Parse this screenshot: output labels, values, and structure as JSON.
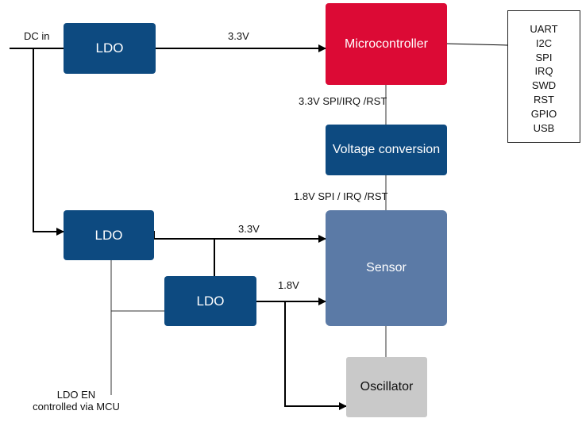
{
  "blocks": {
    "ldo_top": "LDO",
    "microcontroller": "Microcontroller",
    "voltage_conversion": "Voltage conversion",
    "ldo_middle": "LDO",
    "ldo_small": "LDO",
    "sensor": "Sensor",
    "oscillator": "Oscillator"
  },
  "interfaces": [
    "UART",
    "I2C",
    "SPI",
    "IRQ",
    "SWD",
    "RST",
    "GPIO",
    "USB"
  ],
  "labels": {
    "dc_in": "DC in",
    "top_3v3": "3.3V",
    "mcu_bus": "3.3V SPI/IRQ /RST",
    "sensor_bus": "1.8V SPI / IRQ /RST",
    "mid_3v3": "3.3V",
    "v1v8": "1.8V",
    "ldo_en_line1": "LDO EN",
    "ldo_en_line2": "controlled via MCU"
  },
  "colors": {
    "ldo": "#0d4a80",
    "microcontroller": "#dc0a35",
    "sensor": "#5b7aa6",
    "oscillator": "#c9c9c9"
  }
}
